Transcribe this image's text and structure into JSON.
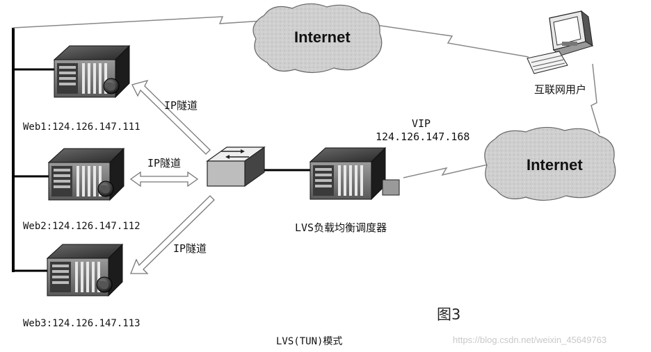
{
  "clouds": [
    {
      "id": "top",
      "label": "Internet"
    },
    {
      "id": "right",
      "label": "Internet"
    }
  ],
  "client": {
    "label": "互联网用户"
  },
  "vip": {
    "label": "VIP",
    "address": "124.126.147.168"
  },
  "director": {
    "label": "LVS负载均衡调度器"
  },
  "servers": [
    {
      "label": "Web1:124.126.147.111"
    },
    {
      "label": "Web2:124.126.147.112"
    },
    {
      "label": "Web3:124.126.147.113"
    }
  ],
  "tunnels": [
    {
      "label": "IP隧道"
    },
    {
      "label": "IP隧道"
    },
    {
      "label": "IP隧道"
    }
  ],
  "figure_label": "图3",
  "caption": "LVS(TUN)模式",
  "watermark": "https://blog.csdn.net/weixin_45649763"
}
